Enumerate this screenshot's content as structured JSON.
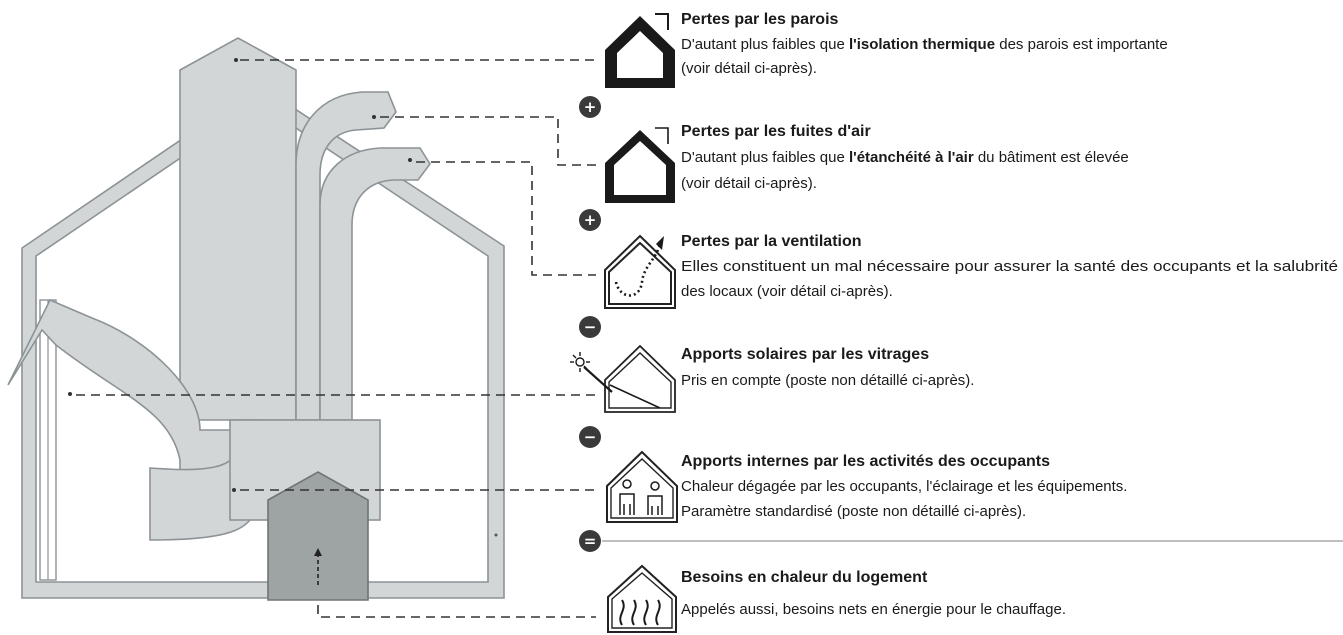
{
  "items": [
    {
      "title": "Pertes par les parois",
      "line1_pre": "D'autant plus faibles que ",
      "line1_bold": "l'isolation thermique",
      "line1_post": " des parois est importante",
      "line2": "(voir détail ci-après).",
      "icon": "house-thick-walls-icon"
    },
    {
      "title": "Pertes par les fuites d'air",
      "line1_pre": "D'autant plus faibles que ",
      "line1_bold": "l'étanchéité à l'air",
      "line1_post": " du bâtiment est élevée",
      "line2": "(voir détail ci-après).",
      "icon": "house-air-leak-icon"
    },
    {
      "title": "Pertes par la ventilation",
      "line1": "Elles constituent un mal nécessaire pour assurer la santé des occupants et la salubrité",
      "line2": "des locaux (voir détail ci-après).",
      "icon": "house-ventilation-icon"
    },
    {
      "title": "Apports solaires par les vitrages",
      "line1": "Pris en compte (poste non détaillé ci-après).",
      "icon": "house-solar-icon"
    },
    {
      "title": "Apports internes par les activités des occupants",
      "line1": "Chaleur dégagée par les occupants, l'éclairage et les équipements.",
      "line2": "Paramètre standardisé (poste non détaillé ci-après).",
      "icon": "house-occupants-icon"
    },
    {
      "title": "Besoins en chaleur du logement",
      "line1": "Appelés aussi, besoins nets en énergie pour le chauffage.",
      "icon": "house-heating-icon"
    }
  ],
  "operators": [
    "+",
    "+",
    "−",
    "−",
    "="
  ],
  "colors": {
    "flow_fill": "#d2d6d7",
    "flow_stroke": "#8c9396",
    "heat_fill": "#9ea3a4",
    "operator_fill": "#3a3a3a"
  }
}
